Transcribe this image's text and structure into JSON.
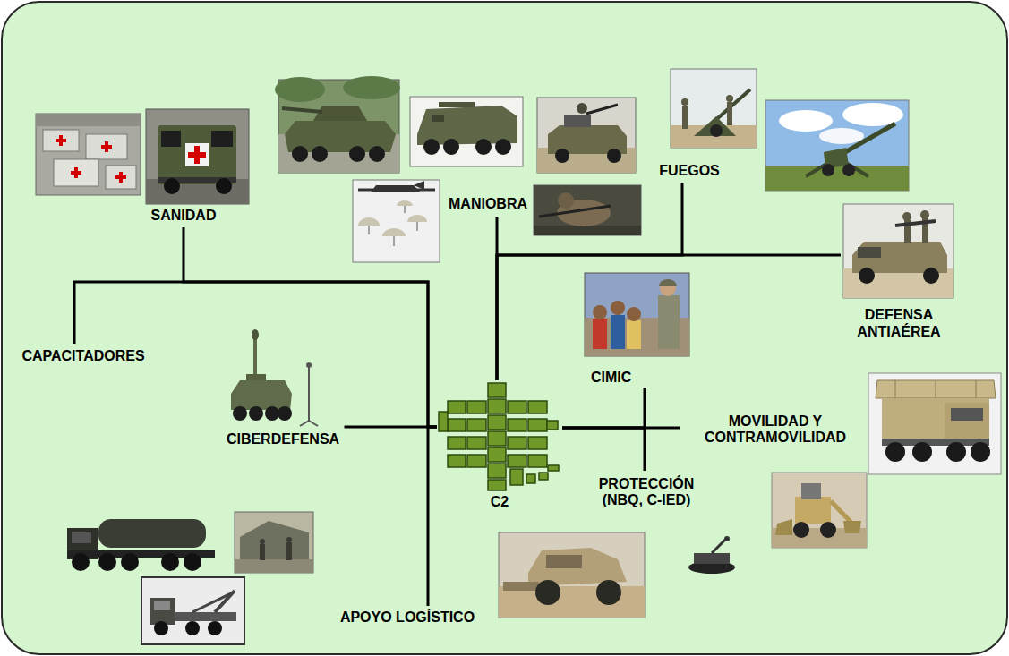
{
  "diagram": {
    "nodes": [
      {
        "text": [
          "SANIDAD"
        ]
      },
      {
        "text": [
          "MANIOBRA"
        ]
      },
      {
        "text": [
          "FUEGOS"
        ]
      },
      {
        "text": [
          "DEFENSA ANTIAÉREA"
        ]
      },
      {
        "text": [
          "CAPACITADORES"
        ]
      },
      {
        "text": [
          "CIMIC"
        ]
      },
      {
        "text": [
          "MOVILIDAD Y CONTRAMOVILIDAD"
        ]
      },
      {
        "text": [
          "CIBERDEFENSA"
        ]
      },
      {
        "text": [
          "C2"
        ]
      },
      {
        "text": [
          "PROTECCIÓN (NBQ, C-IED)"
        ]
      },
      {
        "text": [
          "APOYO LOGÍSTICO"
        ]
      }
    ],
    "edges": [
      {
        "from": 8,
        "to": 0,
        "arrow": "none"
      },
      {
        "from": 8,
        "to": 1,
        "arrow": "none"
      },
      {
        "from": 8,
        "to": 2,
        "arrow": "none"
      },
      {
        "from": 8,
        "to": 3,
        "arrow": "none"
      },
      {
        "from": 8,
        "to": 4,
        "arrow": "none"
      },
      {
        "from": 8,
        "to": 5,
        "arrow": "none"
      },
      {
        "from": 8,
        "to": 6,
        "arrow": "none"
      },
      {
        "from": 8,
        "to": 7,
        "arrow": "none"
      },
      {
        "from": 8,
        "to": 9,
        "arrow": "none"
      },
      {
        "from": 8,
        "to": 10,
        "arrow": "none"
      }
    ]
  }
}
